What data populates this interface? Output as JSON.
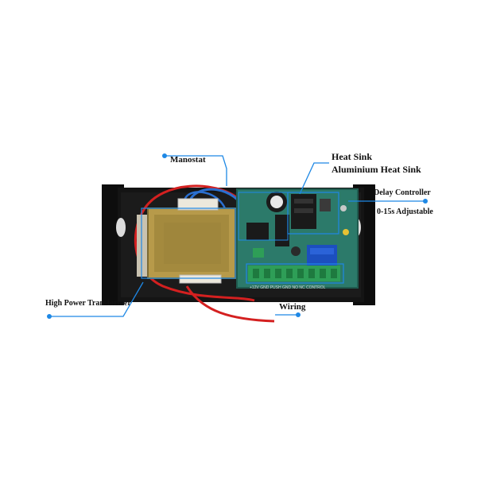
{
  "callouts": {
    "manostat": "Manostat",
    "heat_sink": "Heat Sink",
    "aluminium_heat_sink": "Aluminium Heat Sink",
    "delay_controller": "Delay Controller",
    "delay_range": "0-15s Adjustable",
    "transformer": "High Power Transformer",
    "wiring": "Wiring"
  },
  "board_print": {
    "terminal_legend": "+12V GND PUSH GND NO NC CONTROL"
  },
  "colors": {
    "callout_line": "#1e88e5",
    "case": "#111111",
    "pcb": "#2c7a6a",
    "transformer": "#b79a4a",
    "terminal_block": "#2e9e57",
    "relay": "#1c4fbf",
    "wire_red": "#d42020",
    "wire_blue": "#2a6fd0"
  }
}
